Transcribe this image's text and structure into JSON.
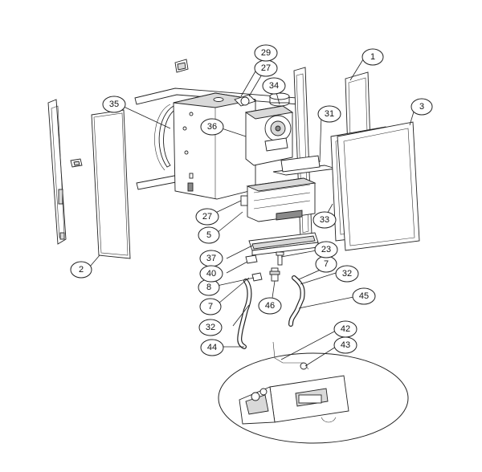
{
  "diagram": {
    "callouts": [
      {
        "id": "c1",
        "label": "1"
      },
      {
        "id": "c2",
        "label": "2"
      },
      {
        "id": "c3",
        "label": "3"
      },
      {
        "id": "c5",
        "label": "5"
      },
      {
        "id": "c7a",
        "label": "7"
      },
      {
        "id": "c7b",
        "label": "7"
      },
      {
        "id": "c8",
        "label": "8"
      },
      {
        "id": "c23",
        "label": "23"
      },
      {
        "id": "c27a",
        "label": "27"
      },
      {
        "id": "c27b",
        "label": "27"
      },
      {
        "id": "c29",
        "label": "29"
      },
      {
        "id": "c31",
        "label": "31"
      },
      {
        "id": "c32a",
        "label": "32"
      },
      {
        "id": "c32b",
        "label": "32"
      },
      {
        "id": "c33",
        "label": "33"
      },
      {
        "id": "c34",
        "label": "34"
      },
      {
        "id": "c35",
        "label": "35"
      },
      {
        "id": "c36",
        "label": "36"
      },
      {
        "id": "c37",
        "label": "37"
      },
      {
        "id": "c40",
        "label": "40"
      },
      {
        "id": "c42",
        "label": "42"
      },
      {
        "id": "c43",
        "label": "43"
      },
      {
        "id": "c44",
        "label": "44"
      },
      {
        "id": "c45",
        "label": "45"
      },
      {
        "id": "c46",
        "label": "46"
      }
    ]
  }
}
